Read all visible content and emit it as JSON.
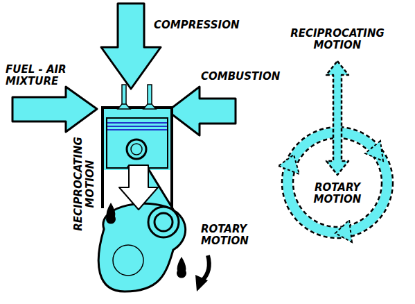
{
  "diagram": {
    "labels": [
      "COMPRESSION",
      "FUEL - AIR MIXTURE",
      "COMBUSTION",
      "RECIPROCATING MOTION",
      "ROTARY MOTION",
      "RECIPROCATING MOTION",
      "ROTARY MOTION"
    ]
  }
}
